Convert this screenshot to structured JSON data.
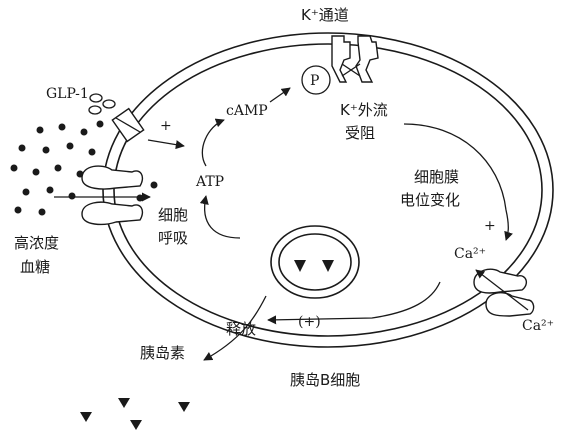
{
  "labels": {
    "k_channel": "K⁺通道",
    "glp1": "GLP-1",
    "camp": "cAMP",
    "p": "P",
    "k_efflux_1": "K⁺外流",
    "k_efflux_2": "受阻",
    "plus_glp": "+",
    "atp": "ATP",
    "resp_1": "细胞",
    "resp_2": "呼吸",
    "glucose_1": "高浓度",
    "glucose_2": "血糖",
    "membrane_1": "细胞膜",
    "membrane_2": "电位变化",
    "plus_membrane": "+",
    "ca_in": "Ca²⁺",
    "ca_out": "Ca²⁺",
    "plus_ca": "(+)",
    "release": "释放",
    "insulin": "胰岛素",
    "cell": "胰岛B细胞"
  }
}
